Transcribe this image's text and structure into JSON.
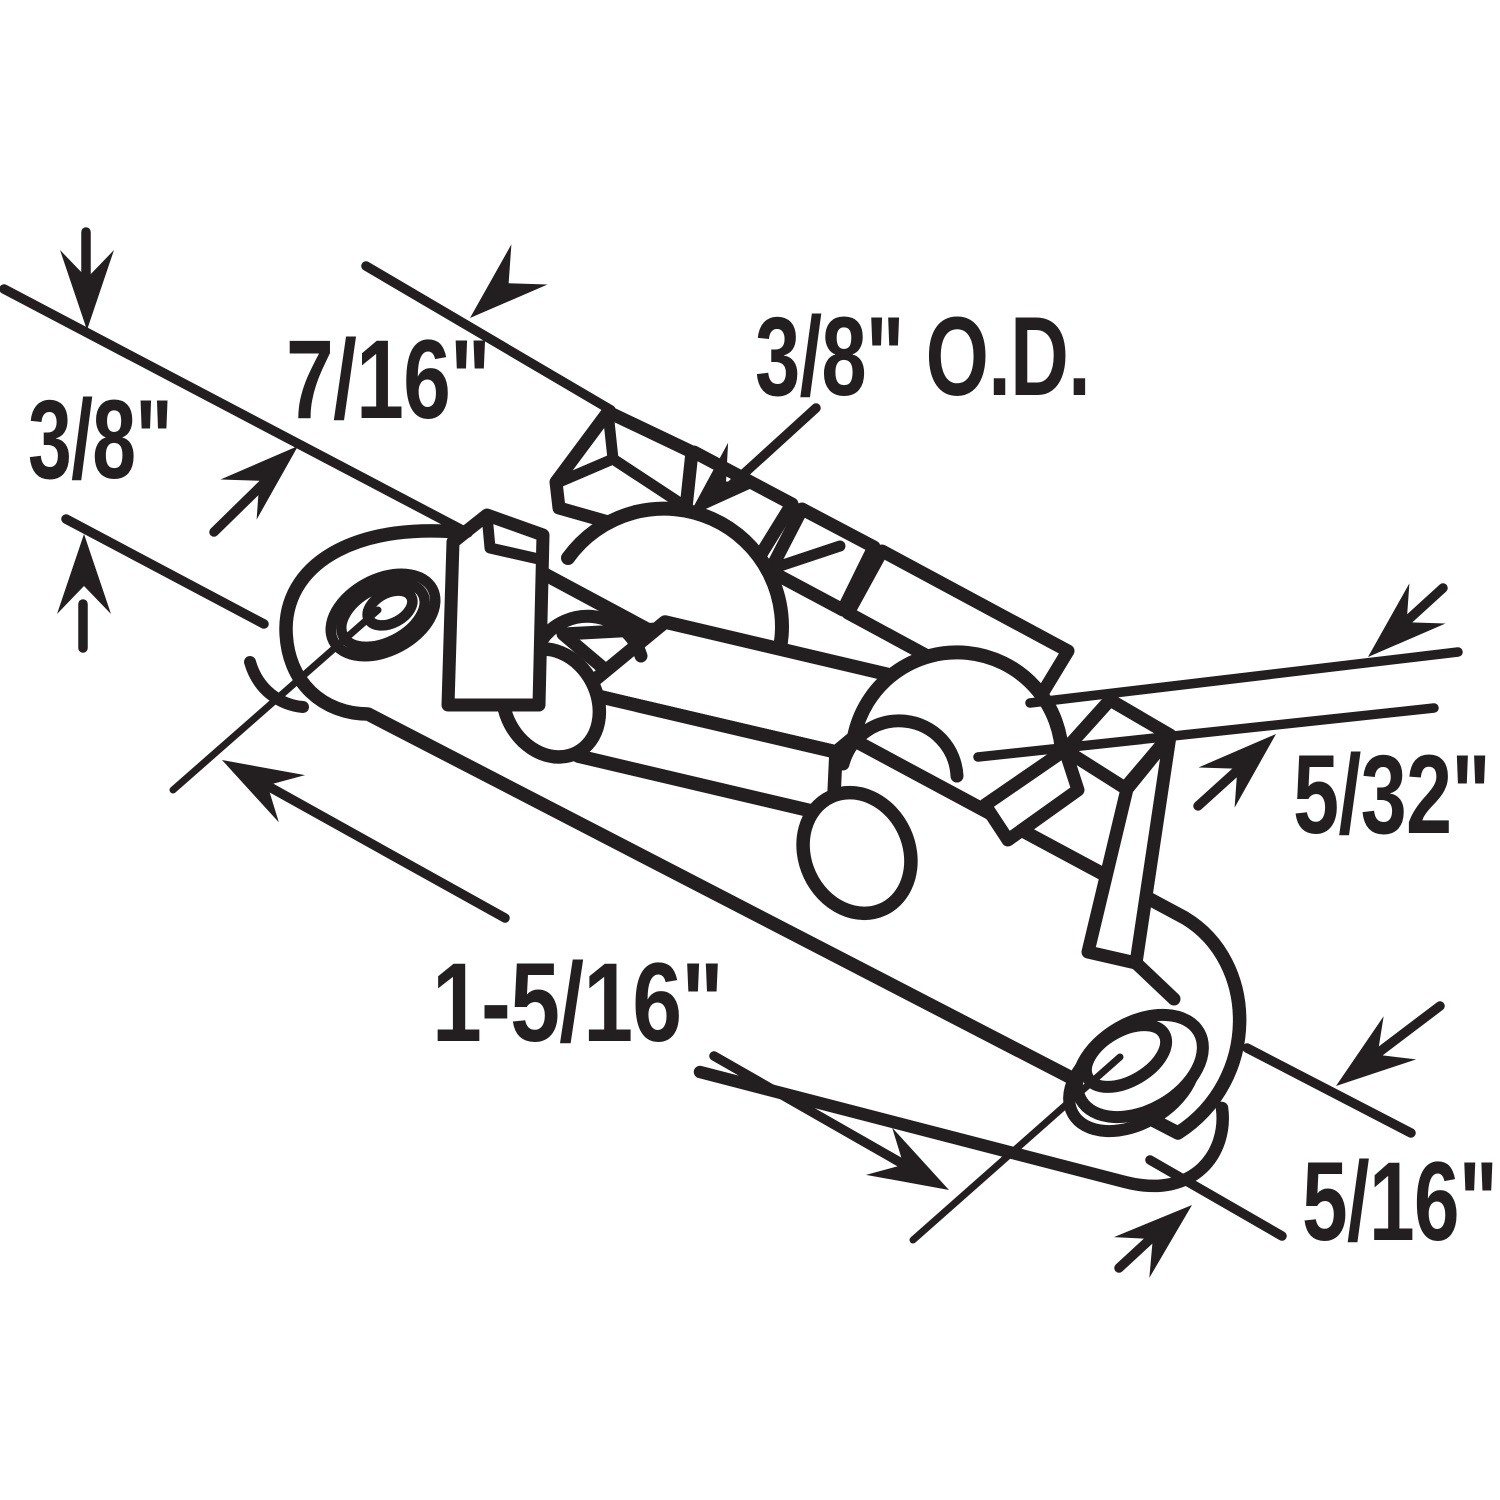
{
  "page": {
    "background_color": "#ffffff",
    "ink_color": "#231f20"
  },
  "diagram": {
    "type": "technical-dimension-drawing",
    "subject": "sliding window roller bracket, isometric line drawing with dimension callouts",
    "labels": {
      "thickness": "3/8\"",
      "tab_width": "7/16\"",
      "roller_od": "3/8\" O.D.",
      "flange_gap": "5/32\"",
      "hole_spacing": "1-5/16\"",
      "edge_offset": "5/16\""
    },
    "features": [
      "base-plate",
      "left-mounting-hole-countersunk",
      "right-mounting-hole",
      "front-roller-wheel",
      "rear-roller-wheel",
      "roller-axle-pins",
      "left-end-tab",
      "right-end-tab",
      "rear-rail-with-notch"
    ]
  }
}
